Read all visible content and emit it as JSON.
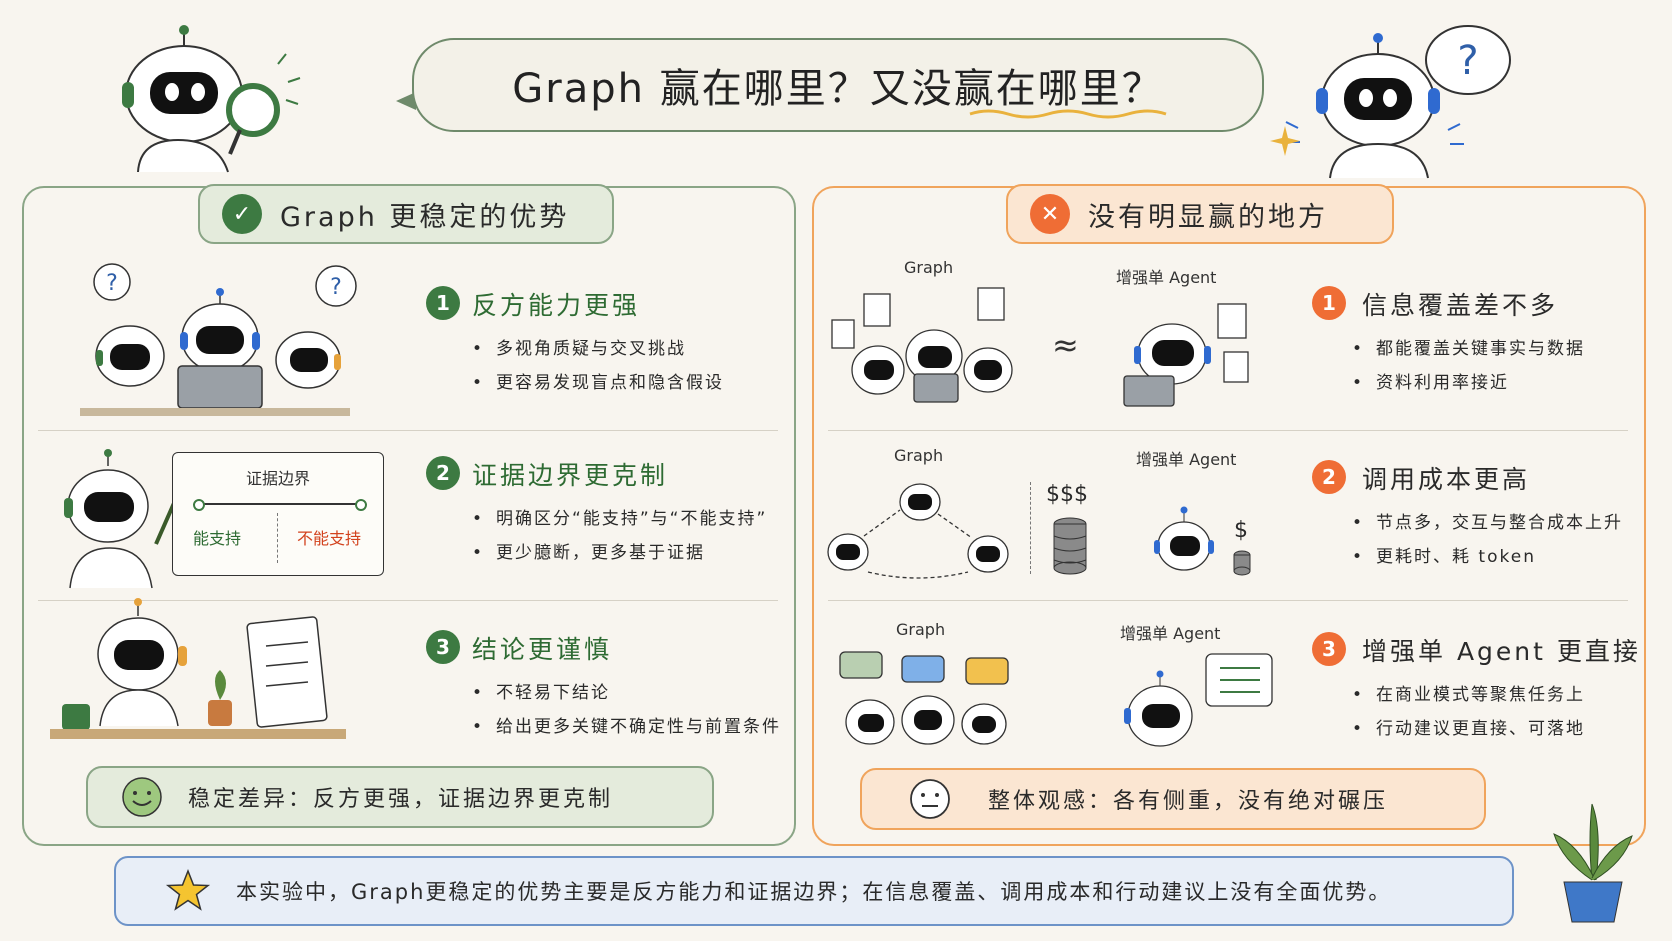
{
  "title": "Graph 赢在哪里？又没赢在哪里？",
  "left_panel": {
    "heading": "Graph 更稳定的优势",
    "sections": [
      {
        "num": "1",
        "title": "反方能力更强",
        "bullets": [
          "多视角质疑与交叉挑战",
          "更容易发现盲点和隐含假设"
        ]
      },
      {
        "num": "2",
        "title": "证据边界更克制",
        "bullets": [
          "明确区分“能支持”与“不能支持”",
          "更少臆断，更多基于证据"
        ],
        "board": {
          "title": "证据边界",
          "can": "能支持",
          "cannot": "不能支持"
        }
      },
      {
        "num": "3",
        "title": "结论更谨慎",
        "bullets": [
          "不轻易下结论",
          "给出更多关键不确定性与前置条件"
        ]
      }
    ],
    "summary": "稳定差异：反方更强，证据边界更克制"
  },
  "right_panel": {
    "heading": "没有明显赢的地方",
    "sections": [
      {
        "num": "1",
        "title": "信息覆盖差不多",
        "bullets": [
          "都能覆盖关键事实与数据",
          "资料利用率接近"
        ],
        "cap_a": "Graph",
        "cap_b": "增强单 Agent",
        "symbol": "≈"
      },
      {
        "num": "2",
        "title": "调用成本更高",
        "bullets": [
          "节点多，交互与整合成本上升",
          "更耗时、耗 token"
        ],
        "cap_a": "Graph",
        "cap_b": "增强单 Agent",
        "cost_a": "$$$",
        "cost_b": "$"
      },
      {
        "num": "3",
        "title": "增强单 Agent 更直接",
        "bullets": [
          "在商业模式等聚焦任务上",
          "行动建议更直接、可落地"
        ],
        "cap_a": "Graph",
        "cap_b": "增强单 Agent"
      }
    ],
    "summary": "整体观感：各有侧重，没有绝对碾压"
  },
  "footer": "本实验中，Graph更稳定的优势主要是反方能力和证据边界；在信息覆盖、调用成本和行动建议上没有全面优势。",
  "colors": {
    "green": "#3d7a42",
    "orange": "#ef6d35",
    "blue": "#6d93c8",
    "bg": "#f8f5ef"
  }
}
